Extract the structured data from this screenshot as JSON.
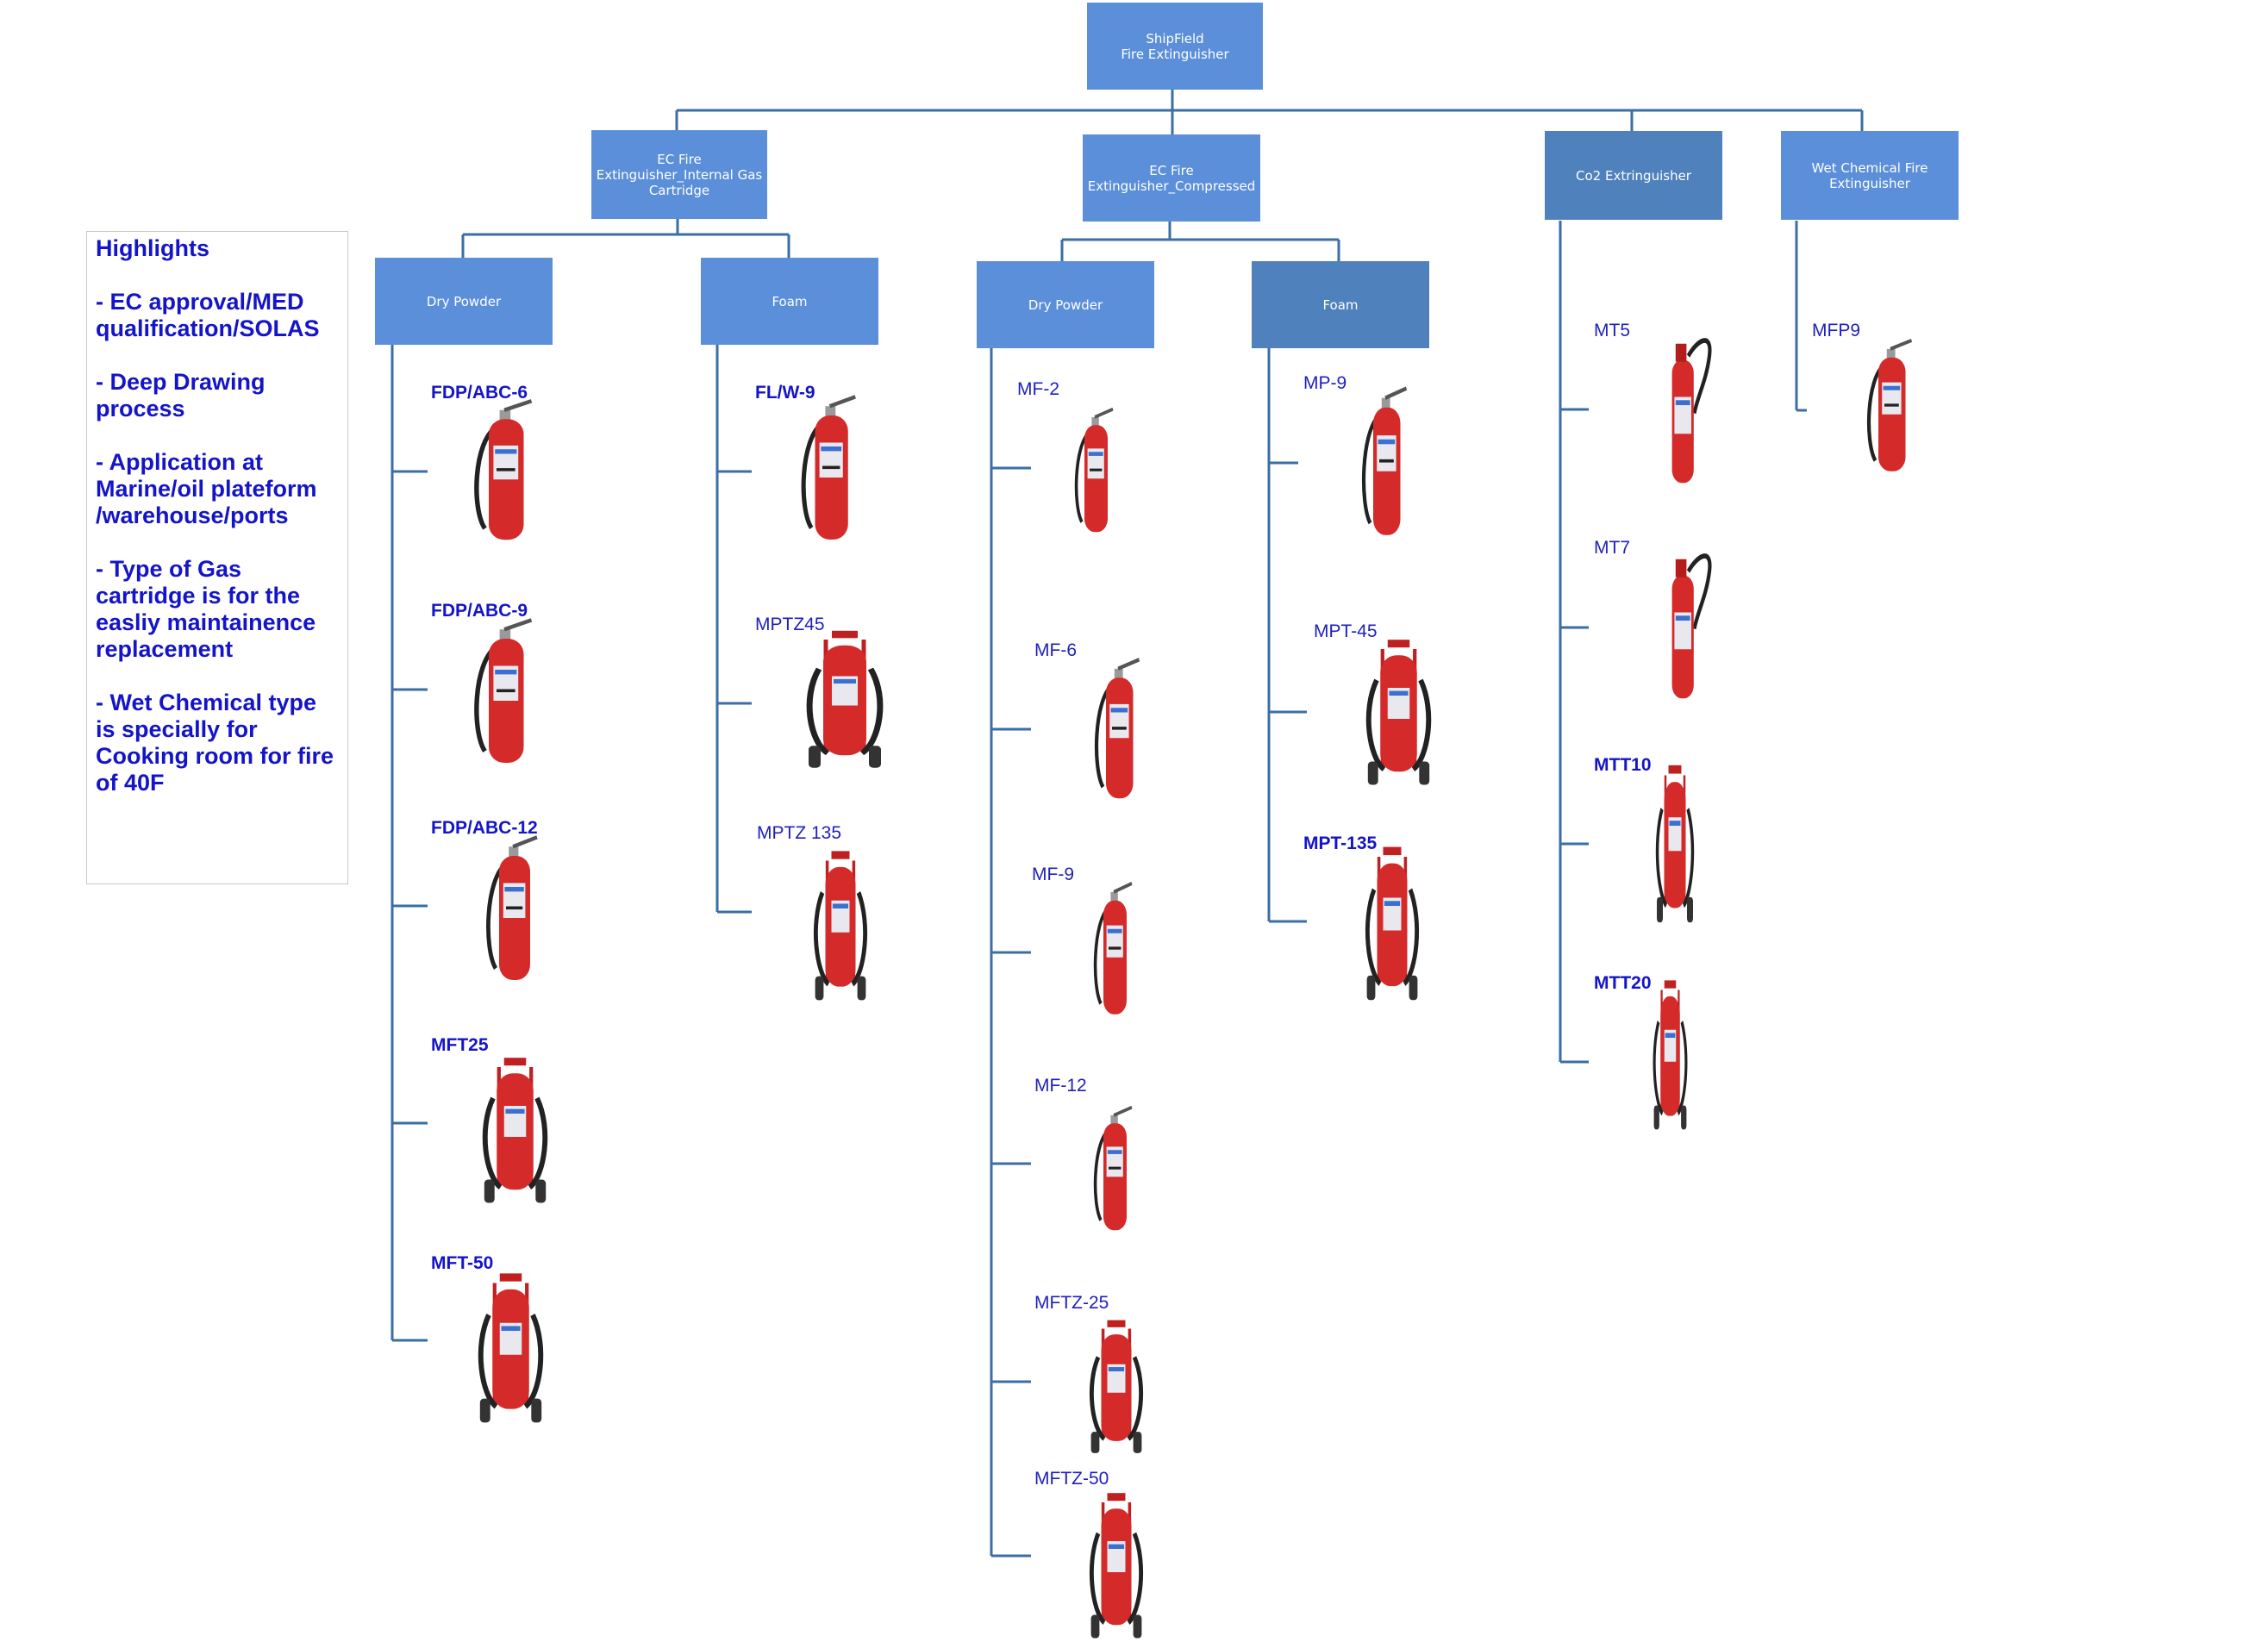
{
  "root": {
    "line1": "ShipField",
    "line2": "Fire Extinguisher"
  },
  "categories": {
    "cat1": "EC Fire Extinguisher_Internal Gas Cartridge",
    "cat2": "EC Fire Extinguisher_Compressed",
    "cat3": "Co2 Extringuisher",
    "cat4": "Wet Chemical Fire Extinguisher"
  },
  "subcategories": {
    "c1_dry": "Dry Powder",
    "c1_foam": "Foam",
    "c2_dry": "Dry Powder",
    "c2_foam": "Foam"
  },
  "products": {
    "c1_dry": [
      "FDP/ABC-6",
      "FDP/ABC-9",
      "FDP/ABC-12",
      "MFT25",
      "MFT-50"
    ],
    "c1_foam": [
      "FL/W-9",
      "MPTZ45",
      "MPTZ 135"
    ],
    "c2_dry": [
      "MF-2",
      "MF-6",
      "MF-9",
      "MF-12",
      "MFTZ-25",
      "MFTZ-50"
    ],
    "c2_foam": [
      "MP-9",
      "MPT-45",
      "MPT-135"
    ],
    "co2": [
      "MT5",
      "MT7",
      "MTT10",
      "MTT20"
    ],
    "wet": [
      "MFP9"
    ]
  },
  "highlights": {
    "title": "Highlights",
    "items": [
      "- EC approval/MED qualification/SOLAS",
      "- Deep Drawing process",
      "- Application at Marine/oil plateform /warehouse/ports",
      "- Type of Gas cartridge is for the easliy maintainence replacement",
      "- Wet Chemical type is specially for Cooking room for fire of 40F"
    ]
  },
  "colors": {
    "box": "#5b8fd9",
    "box_dark": "#4f81bd",
    "connector": "#3a6ea5",
    "extinguisher": "#d42a2a",
    "label": "#1414c8"
  }
}
